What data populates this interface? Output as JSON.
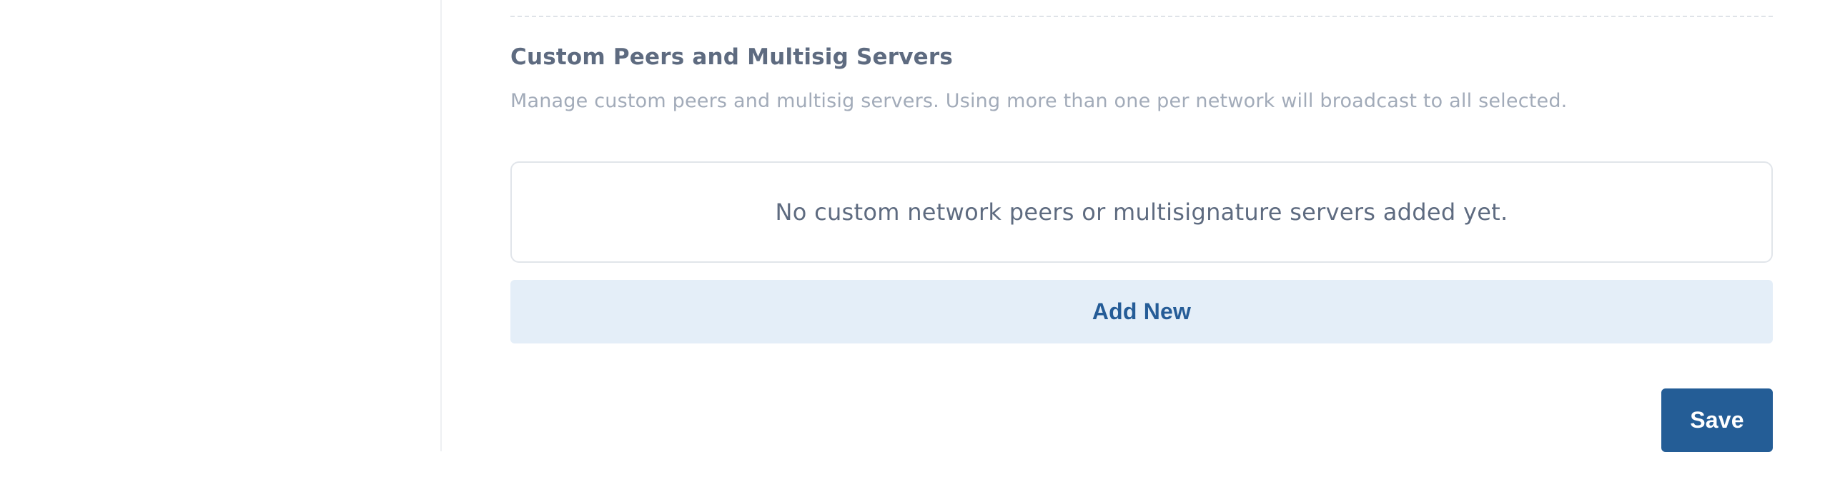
{
  "section": {
    "title": "Custom Peers and Multisig Servers",
    "description": "Manage custom peers and multisig servers. Using more than one per network will broadcast to all selected."
  },
  "peers_list": {
    "empty_message": "No custom network peers or multisignature servers added yet."
  },
  "actions": {
    "add_new_label": "Add New",
    "save_label": "Save"
  },
  "colors": {
    "primary": "#245d96",
    "add_new_bg": "#e4eef8",
    "title_text": "#5e6b80",
    "muted_text": "#a2abb9"
  }
}
